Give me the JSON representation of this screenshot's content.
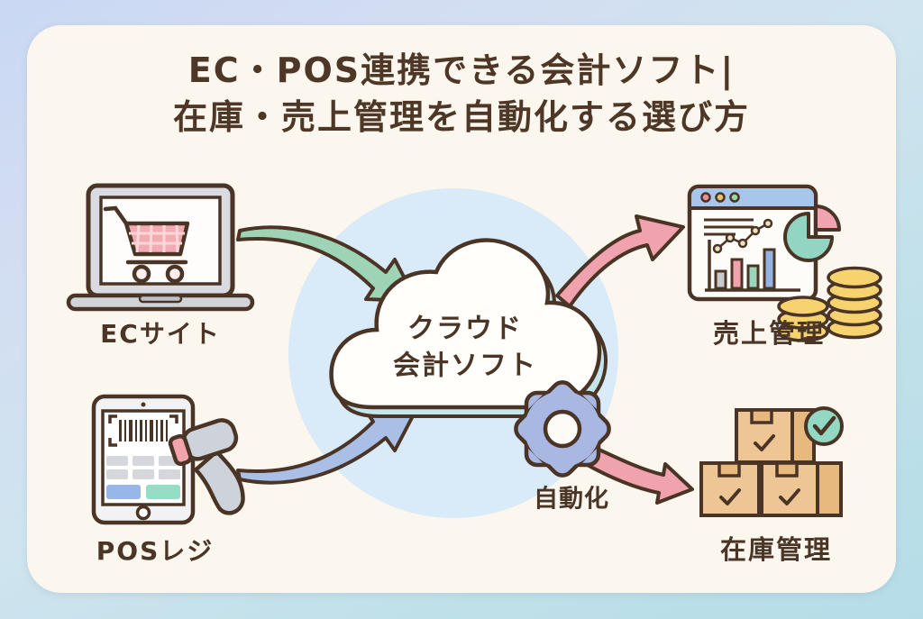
{
  "title": {
    "line1": "EC・POS連携できる会計ソフト|",
    "line2": "在庫・売上管理を自動化する選び方"
  },
  "nodes": {
    "ec_site": {
      "label": "ECサイト"
    },
    "pos_register": {
      "label": "POSレジ"
    },
    "cloud_accounting": {
      "line1": "クラウド",
      "line2": "会計ソフト"
    },
    "automation": {
      "label": "自動化"
    },
    "sales_management": {
      "label": "売上管理"
    },
    "inventory_management": {
      "label": "在庫管理"
    }
  },
  "flows": [
    {
      "from": "ECサイト",
      "to": "クラウド会計ソフト",
      "color": "#9ed3b5"
    },
    {
      "from": "POSレジ",
      "to": "クラウド会計ソフト",
      "color": "#a9bfe6"
    },
    {
      "from": "クラウド会計ソフト",
      "to": "売上管理",
      "color": "#f0a2ae"
    },
    {
      "from": "クラウド会計ソフト",
      "to": "在庫管理",
      "color": "#f0a2ae"
    }
  ],
  "colors": {
    "background_top": "#c9d8f3",
    "background_bottom": "#b5dde8",
    "card": "#fbf7ee",
    "outline": "#4a3426",
    "text": "#4a3527",
    "circle_background": "#d9eaf8",
    "cloud_shadow": "#c3e5ec",
    "gear": "#a9b8e2",
    "arrow_green": "#9ed3b5",
    "arrow_blue": "#a9bfe6",
    "arrow_pink": "#f0a2ae",
    "cart_pink": "#f3abb3",
    "coin_gold": "#f6d36e",
    "box_tan": "#eec694",
    "check_green": "#92d8c2",
    "browser_bar_blue": "#a8c5ec"
  }
}
